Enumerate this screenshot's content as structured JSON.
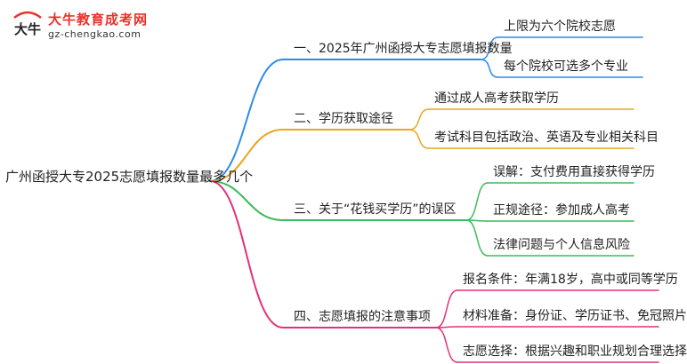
{
  "logo": {
    "title": "大牛教育成考网",
    "url": "gz-chengkao.com",
    "mark_text": "大牛"
  },
  "root": {
    "label": "广州函授大专2025志愿填报数量最多几个"
  },
  "branches": [
    {
      "label": "一、2025年广州函授大专志愿填报数量",
      "color": "#2f8ce6",
      "children": [
        "上限为六个院校志愿",
        "每个院校可选多个专业"
      ]
    },
    {
      "label": "二、学历获取途径",
      "color": "#e9a722",
      "children": [
        "通过成人高考获取学历",
        "考试科目包括政治、英语及专业相关科目"
      ]
    },
    {
      "label": "三、关于“花钱买学历”的误区",
      "color": "#3dbb5a",
      "children": [
        "误解：支付费用直接获得学历",
        "正规途径：参加成人高考",
        "法律问题与个人信息风险"
      ]
    },
    {
      "label": "四、志愿填报的注意事项",
      "color": "#e4317a",
      "children": [
        "报名条件：年满18岁，高中或同等学历",
        "材料准备：身份证、学历证书、免冠照片",
        "志愿选择：根据兴趣和职业规划合理选择"
      ]
    }
  ]
}
